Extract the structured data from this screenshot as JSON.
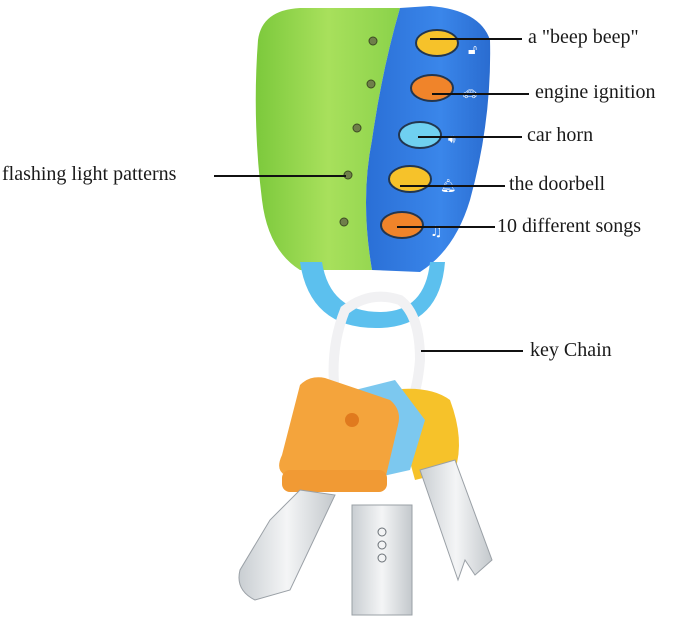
{
  "image": {
    "subject": "toy car key remote with key chain",
    "colors": {
      "remote_left": "#8fd14f",
      "remote_right": "#2f7de0",
      "button_yellow": "#f6c22a",
      "button_orange": "#f0842a",
      "button_blue": "#6fd0f0",
      "key_orange": "#f4a43c",
      "key_blue": "#7cc8ef",
      "key_yellow": "#f6c22a",
      "metal": "#d9dde0",
      "ring": "#f2f2f4"
    }
  },
  "callouts": [
    {
      "id": "beep",
      "text": "a \"beep beep\"",
      "icon": "lock-icon"
    },
    {
      "id": "engine",
      "text": "engine ignition",
      "icon": "car-icon"
    },
    {
      "id": "horn",
      "text": "car horn",
      "icon": "speaker-icon"
    },
    {
      "id": "doorbell",
      "text": "the doorbell",
      "icon": "bell-icon"
    },
    {
      "id": "songs",
      "text": "10 different songs",
      "icon": "music-note-icon"
    },
    {
      "id": "lights",
      "text": "flashing light patterns"
    },
    {
      "id": "keychain",
      "text": "key Chain"
    }
  ]
}
